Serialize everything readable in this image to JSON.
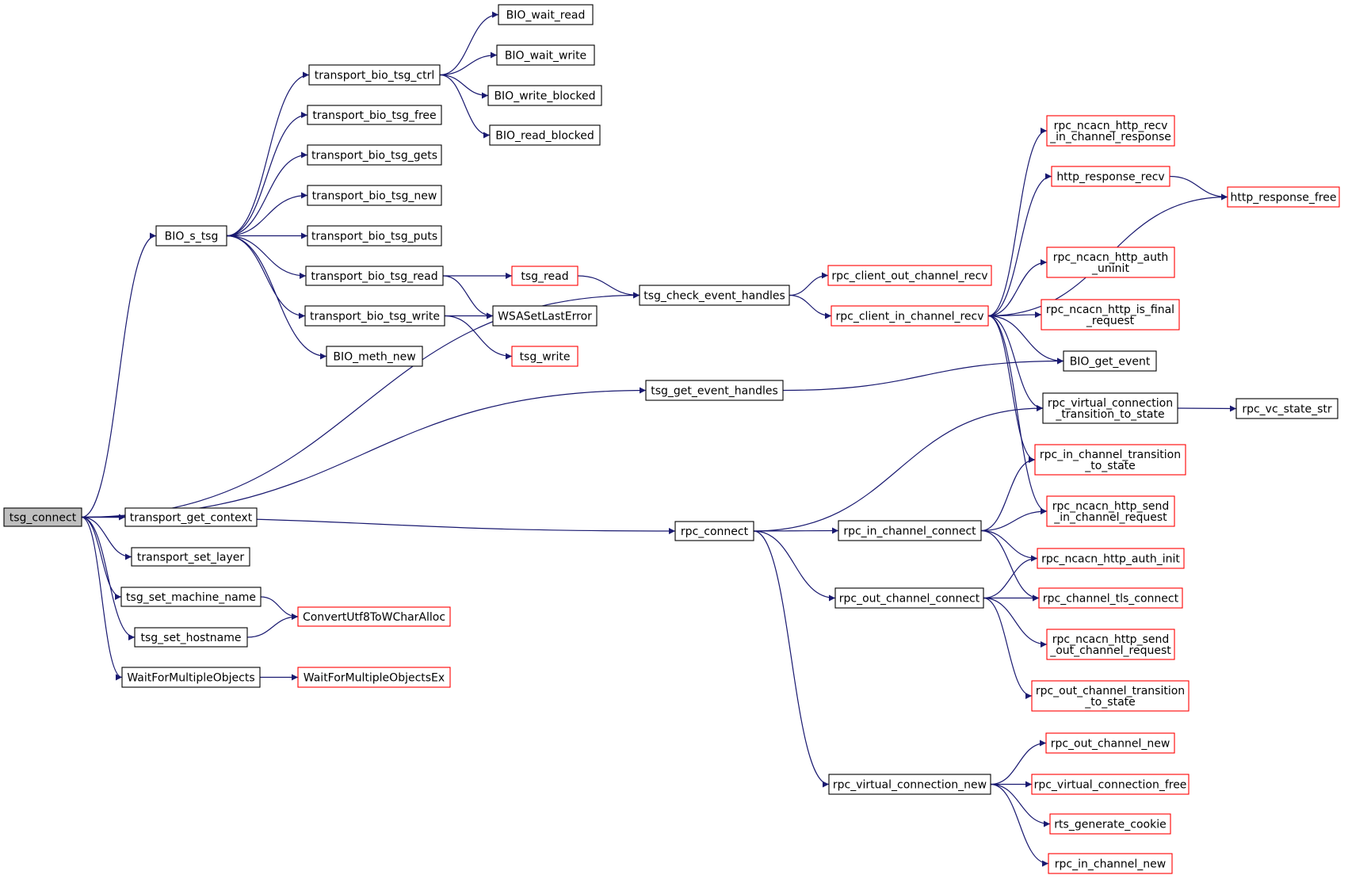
{
  "nodes": [
    {
      "id": "tsg_connect",
      "lines": [
        "tsg_connect"
      ],
      "style": "grey"
    },
    {
      "id": "BIO_s_tsg",
      "lines": [
        "BIO_s_tsg"
      ],
      "style": "black"
    },
    {
      "id": "transport_get_context",
      "lines": [
        "transport_get_context"
      ],
      "style": "black"
    },
    {
      "id": "transport_set_layer",
      "lines": [
        "transport_set_layer"
      ],
      "style": "black"
    },
    {
      "id": "tsg_set_machine_name",
      "lines": [
        "tsg_set_machine_name"
      ],
      "style": "black"
    },
    {
      "id": "tsg_set_hostname",
      "lines": [
        "tsg_set_hostname"
      ],
      "style": "black"
    },
    {
      "id": "WaitForMultipleObjects",
      "lines": [
        "WaitForMultipleObjects"
      ],
      "style": "black"
    },
    {
      "id": "transport_bio_tsg_ctrl",
      "lines": [
        "transport_bio_tsg_ctrl"
      ],
      "style": "black"
    },
    {
      "id": "transport_bio_tsg_free",
      "lines": [
        "transport_bio_tsg_free"
      ],
      "style": "black"
    },
    {
      "id": "transport_bio_tsg_gets",
      "lines": [
        "transport_bio_tsg_gets"
      ],
      "style": "black"
    },
    {
      "id": "transport_bio_tsg_new",
      "lines": [
        "transport_bio_tsg_new"
      ],
      "style": "black"
    },
    {
      "id": "transport_bio_tsg_puts",
      "lines": [
        "transport_bio_tsg_puts"
      ],
      "style": "black"
    },
    {
      "id": "transport_bio_tsg_read",
      "lines": [
        "transport_bio_tsg_read"
      ],
      "style": "black"
    },
    {
      "id": "transport_bio_tsg_write",
      "lines": [
        "transport_bio_tsg_write"
      ],
      "style": "black"
    },
    {
      "id": "BIO_meth_new",
      "lines": [
        "BIO_meth_new"
      ],
      "style": "black"
    },
    {
      "id": "ConvertUtf8ToWCharAlloc",
      "lines": [
        "ConvertUtf8ToWCharAlloc"
      ],
      "style": "red"
    },
    {
      "id": "WaitForMultipleObjectsEx",
      "lines": [
        "WaitForMultipleObjectsEx"
      ],
      "style": "red"
    },
    {
      "id": "BIO_wait_read",
      "lines": [
        "BIO_wait_read"
      ],
      "style": "black"
    },
    {
      "id": "BIO_wait_write",
      "lines": [
        "BIO_wait_write"
      ],
      "style": "black"
    },
    {
      "id": "BIO_write_blocked",
      "lines": [
        "BIO_write_blocked"
      ],
      "style": "black"
    },
    {
      "id": "BIO_read_blocked",
      "lines": [
        "BIO_read_blocked"
      ],
      "style": "black"
    },
    {
      "id": "tsg_read",
      "lines": [
        "tsg_read"
      ],
      "style": "red"
    },
    {
      "id": "WSASetLastError",
      "lines": [
        "WSASetLastError"
      ],
      "style": "black"
    },
    {
      "id": "tsg_write",
      "lines": [
        "tsg_write"
      ],
      "style": "red"
    },
    {
      "id": "tsg_check_event_handles",
      "lines": [
        "tsg_check_event_handles"
      ],
      "style": "black"
    },
    {
      "id": "tsg_get_event_handles",
      "lines": [
        "tsg_get_event_handles"
      ],
      "style": "black"
    },
    {
      "id": "rpc_connect",
      "lines": [
        "rpc_connect"
      ],
      "style": "black"
    },
    {
      "id": "rpc_client_out_channel_recv",
      "lines": [
        "rpc_client_out_channel_recv"
      ],
      "style": "red"
    },
    {
      "id": "rpc_client_in_channel_recv",
      "lines": [
        "rpc_client_in_channel_recv"
      ],
      "style": "red"
    },
    {
      "id": "rpc_in_channel_connect",
      "lines": [
        "rpc_in_channel_connect"
      ],
      "style": "black"
    },
    {
      "id": "rpc_out_channel_connect",
      "lines": [
        "rpc_out_channel_connect"
      ],
      "style": "black"
    },
    {
      "id": "rpc_virtual_connection_new",
      "lines": [
        "rpc_virtual_connection_new"
      ],
      "style": "black"
    },
    {
      "id": "rpc_ncacn_http_recv_in_channel_response",
      "lines": [
        "rpc_ncacn_http_recv",
        "_in_channel_response"
      ],
      "style": "red"
    },
    {
      "id": "http_response_recv",
      "lines": [
        "http_response_recv"
      ],
      "style": "red"
    },
    {
      "id": "rpc_ncacn_http_auth_uninit",
      "lines": [
        "rpc_ncacn_http_auth",
        "_uninit"
      ],
      "style": "red"
    },
    {
      "id": "rpc_ncacn_http_is_final_request",
      "lines": [
        "rpc_ncacn_http_is_final",
        "_request"
      ],
      "style": "red"
    },
    {
      "id": "BIO_get_event",
      "lines": [
        "BIO_get_event"
      ],
      "style": "black"
    },
    {
      "id": "rpc_virtual_connection_transition_to_state",
      "lines": [
        "rpc_virtual_connection",
        "_transition_to_state"
      ],
      "style": "black"
    },
    {
      "id": "rpc_in_channel_transition_to_state",
      "lines": [
        "rpc_in_channel_transition",
        "_to_state"
      ],
      "style": "red"
    },
    {
      "id": "rpc_ncacn_http_send_in_channel_request",
      "lines": [
        "rpc_ncacn_http_send",
        "_in_channel_request"
      ],
      "style": "red"
    },
    {
      "id": "rpc_ncacn_http_auth_init",
      "lines": [
        "rpc_ncacn_http_auth_init"
      ],
      "style": "red"
    },
    {
      "id": "rpc_channel_tls_connect",
      "lines": [
        "rpc_channel_tls_connect"
      ],
      "style": "red"
    },
    {
      "id": "rpc_ncacn_http_send_out_channel_request",
      "lines": [
        "rpc_ncacn_http_send",
        "_out_channel_request"
      ],
      "style": "red"
    },
    {
      "id": "rpc_out_channel_transition_to_state",
      "lines": [
        "rpc_out_channel_transition",
        "_to_state"
      ],
      "style": "red"
    },
    {
      "id": "rpc_out_channel_new",
      "lines": [
        "rpc_out_channel_new"
      ],
      "style": "red"
    },
    {
      "id": "rpc_virtual_connection_free",
      "lines": [
        "rpc_virtual_connection_free"
      ],
      "style": "red"
    },
    {
      "id": "rts_generate_cookie",
      "lines": [
        "rts_generate_cookie"
      ],
      "style": "red"
    },
    {
      "id": "rpc_in_channel_new",
      "lines": [
        "rpc_in_channel_new"
      ],
      "style": "red"
    },
    {
      "id": "http_response_free",
      "lines": [
        "http_response_free"
      ],
      "style": "red"
    },
    {
      "id": "rpc_vc_state_str",
      "lines": [
        "rpc_vc_state_str"
      ],
      "style": "black"
    }
  ],
  "edges": [
    [
      "tsg_connect",
      "BIO_s_tsg"
    ],
    [
      "tsg_connect",
      "tsg_check_event_handles"
    ],
    [
      "tsg_connect",
      "tsg_get_event_handles"
    ],
    [
      "tsg_connect",
      "rpc_connect"
    ],
    [
      "tsg_connect",
      "transport_get_context"
    ],
    [
      "tsg_connect",
      "transport_set_layer"
    ],
    [
      "tsg_connect",
      "tsg_set_machine_name"
    ],
    [
      "tsg_connect",
      "tsg_set_hostname"
    ],
    [
      "tsg_connect",
      "WaitForMultipleObjects"
    ],
    [
      "BIO_s_tsg",
      "transport_bio_tsg_ctrl"
    ],
    [
      "BIO_s_tsg",
      "transport_bio_tsg_free"
    ],
    [
      "BIO_s_tsg",
      "transport_bio_tsg_gets"
    ],
    [
      "BIO_s_tsg",
      "transport_bio_tsg_new"
    ],
    [
      "BIO_s_tsg",
      "transport_bio_tsg_puts"
    ],
    [
      "BIO_s_tsg",
      "transport_bio_tsg_read"
    ],
    [
      "BIO_s_tsg",
      "transport_bio_tsg_write"
    ],
    [
      "BIO_s_tsg",
      "BIO_meth_new"
    ],
    [
      "transport_bio_tsg_ctrl",
      "BIO_wait_read"
    ],
    [
      "transport_bio_tsg_ctrl",
      "BIO_wait_write"
    ],
    [
      "transport_bio_tsg_ctrl",
      "BIO_write_blocked"
    ],
    [
      "transport_bio_tsg_ctrl",
      "BIO_read_blocked"
    ],
    [
      "transport_bio_tsg_read",
      "tsg_read"
    ],
    [
      "transport_bio_tsg_read",
      "WSASetLastError"
    ],
    [
      "transport_bio_tsg_write",
      "WSASetLastError"
    ],
    [
      "transport_bio_tsg_write",
      "tsg_write"
    ],
    [
      "tsg_set_machine_name",
      "ConvertUtf8ToWCharAlloc"
    ],
    [
      "tsg_set_hostname",
      "ConvertUtf8ToWCharAlloc"
    ],
    [
      "WaitForMultipleObjects",
      "WaitForMultipleObjectsEx"
    ],
    [
      "tsg_read",
      "tsg_check_event_handles"
    ],
    [
      "tsg_check_event_handles",
      "rpc_client_out_channel_recv"
    ],
    [
      "tsg_check_event_handles",
      "rpc_client_in_channel_recv"
    ],
    [
      "tsg_get_event_handles",
      "BIO_get_event"
    ],
    [
      "rpc_client_in_channel_recv",
      "rpc_ncacn_http_recv_in_channel_response"
    ],
    [
      "rpc_client_in_channel_recv",
      "http_response_recv"
    ],
    [
      "rpc_client_in_channel_recv",
      "http_response_free"
    ],
    [
      "rpc_client_in_channel_recv",
      "rpc_ncacn_http_auth_uninit"
    ],
    [
      "rpc_client_in_channel_recv",
      "rpc_ncacn_http_is_final_request"
    ],
    [
      "rpc_client_in_channel_recv",
      "BIO_get_event"
    ],
    [
      "rpc_client_in_channel_recv",
      "rpc_virtual_connection_transition_to_state"
    ],
    [
      "rpc_client_in_channel_recv",
      "rpc_in_channel_transition_to_state"
    ],
    [
      "rpc_client_in_channel_recv",
      "rpc_ncacn_http_send_in_channel_request"
    ],
    [
      "http_response_recv",
      "http_response_free"
    ],
    [
      "rpc_virtual_connection_transition_to_state",
      "rpc_vc_state_str"
    ],
    [
      "rpc_connect",
      "rpc_virtual_connection_transition_to_state"
    ],
    [
      "rpc_connect",
      "rpc_in_channel_connect"
    ],
    [
      "rpc_connect",
      "rpc_out_channel_connect"
    ],
    [
      "rpc_connect",
      "rpc_virtual_connection_new"
    ],
    [
      "rpc_in_channel_connect",
      "rpc_in_channel_transition_to_state"
    ],
    [
      "rpc_in_channel_connect",
      "rpc_ncacn_http_send_in_channel_request"
    ],
    [
      "rpc_in_channel_connect",
      "rpc_ncacn_http_auth_init"
    ],
    [
      "rpc_in_channel_connect",
      "rpc_channel_tls_connect"
    ],
    [
      "rpc_out_channel_connect",
      "rpc_ncacn_http_auth_init"
    ],
    [
      "rpc_out_channel_connect",
      "rpc_channel_tls_connect"
    ],
    [
      "rpc_out_channel_connect",
      "rpc_ncacn_http_send_out_channel_request"
    ],
    [
      "rpc_out_channel_connect",
      "rpc_out_channel_transition_to_state"
    ],
    [
      "rpc_virtual_connection_new",
      "rpc_out_channel_new"
    ],
    [
      "rpc_virtual_connection_new",
      "rpc_virtual_connection_free"
    ],
    [
      "rpc_virtual_connection_new",
      "rts_generate_cookie"
    ],
    [
      "rpc_virtual_connection_new",
      "rpc_in_channel_new"
    ]
  ]
}
